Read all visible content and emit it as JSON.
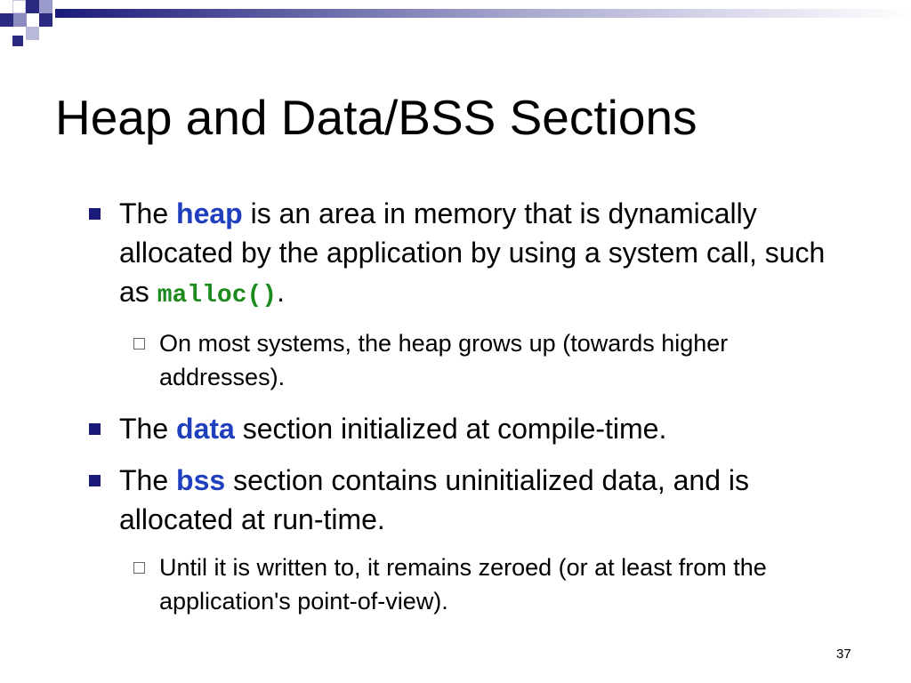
{
  "slide": {
    "title": "Heap and Data/BSS Sections",
    "page_number": "37",
    "colors": {
      "keyword": "#1f3fbf",
      "code": "#1d8a1d",
      "bullet": "#1a1a7a"
    },
    "bullets": [
      {
        "pre": "The ",
        "keyword": "heap",
        "post": " is an area in memory that is dynamically allocated by the application by using a system call, such as ",
        "code": "malloc()",
        "end": ".",
        "sub": "On most systems, the heap grows up (towards higher addresses)."
      },
      {
        "pre": "The ",
        "keyword": "data",
        "post": " section initialized at compile-time."
      },
      {
        "pre": "The ",
        "keyword": "bss",
        "post": " section contains uninitialized data, and is allocated at run-time.",
        "sub": "Until it is written to, it remains zeroed (or at least from the application's point-of-view)."
      }
    ]
  }
}
